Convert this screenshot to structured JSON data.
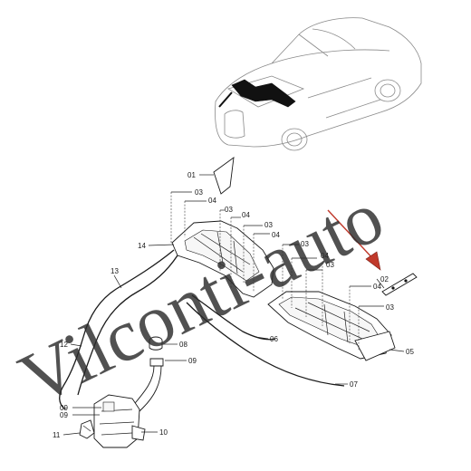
{
  "watermark": "Vilconti-auto",
  "callouts": {
    "c01": "01",
    "c02": "02",
    "c03": "03",
    "c04": "04",
    "c05": "05",
    "c06": "06",
    "c07": "07",
    "c08": "08",
    "c09": "09",
    "c10": "10",
    "c11": "11",
    "c12": "12",
    "c13": "13",
    "c14": "14"
  }
}
